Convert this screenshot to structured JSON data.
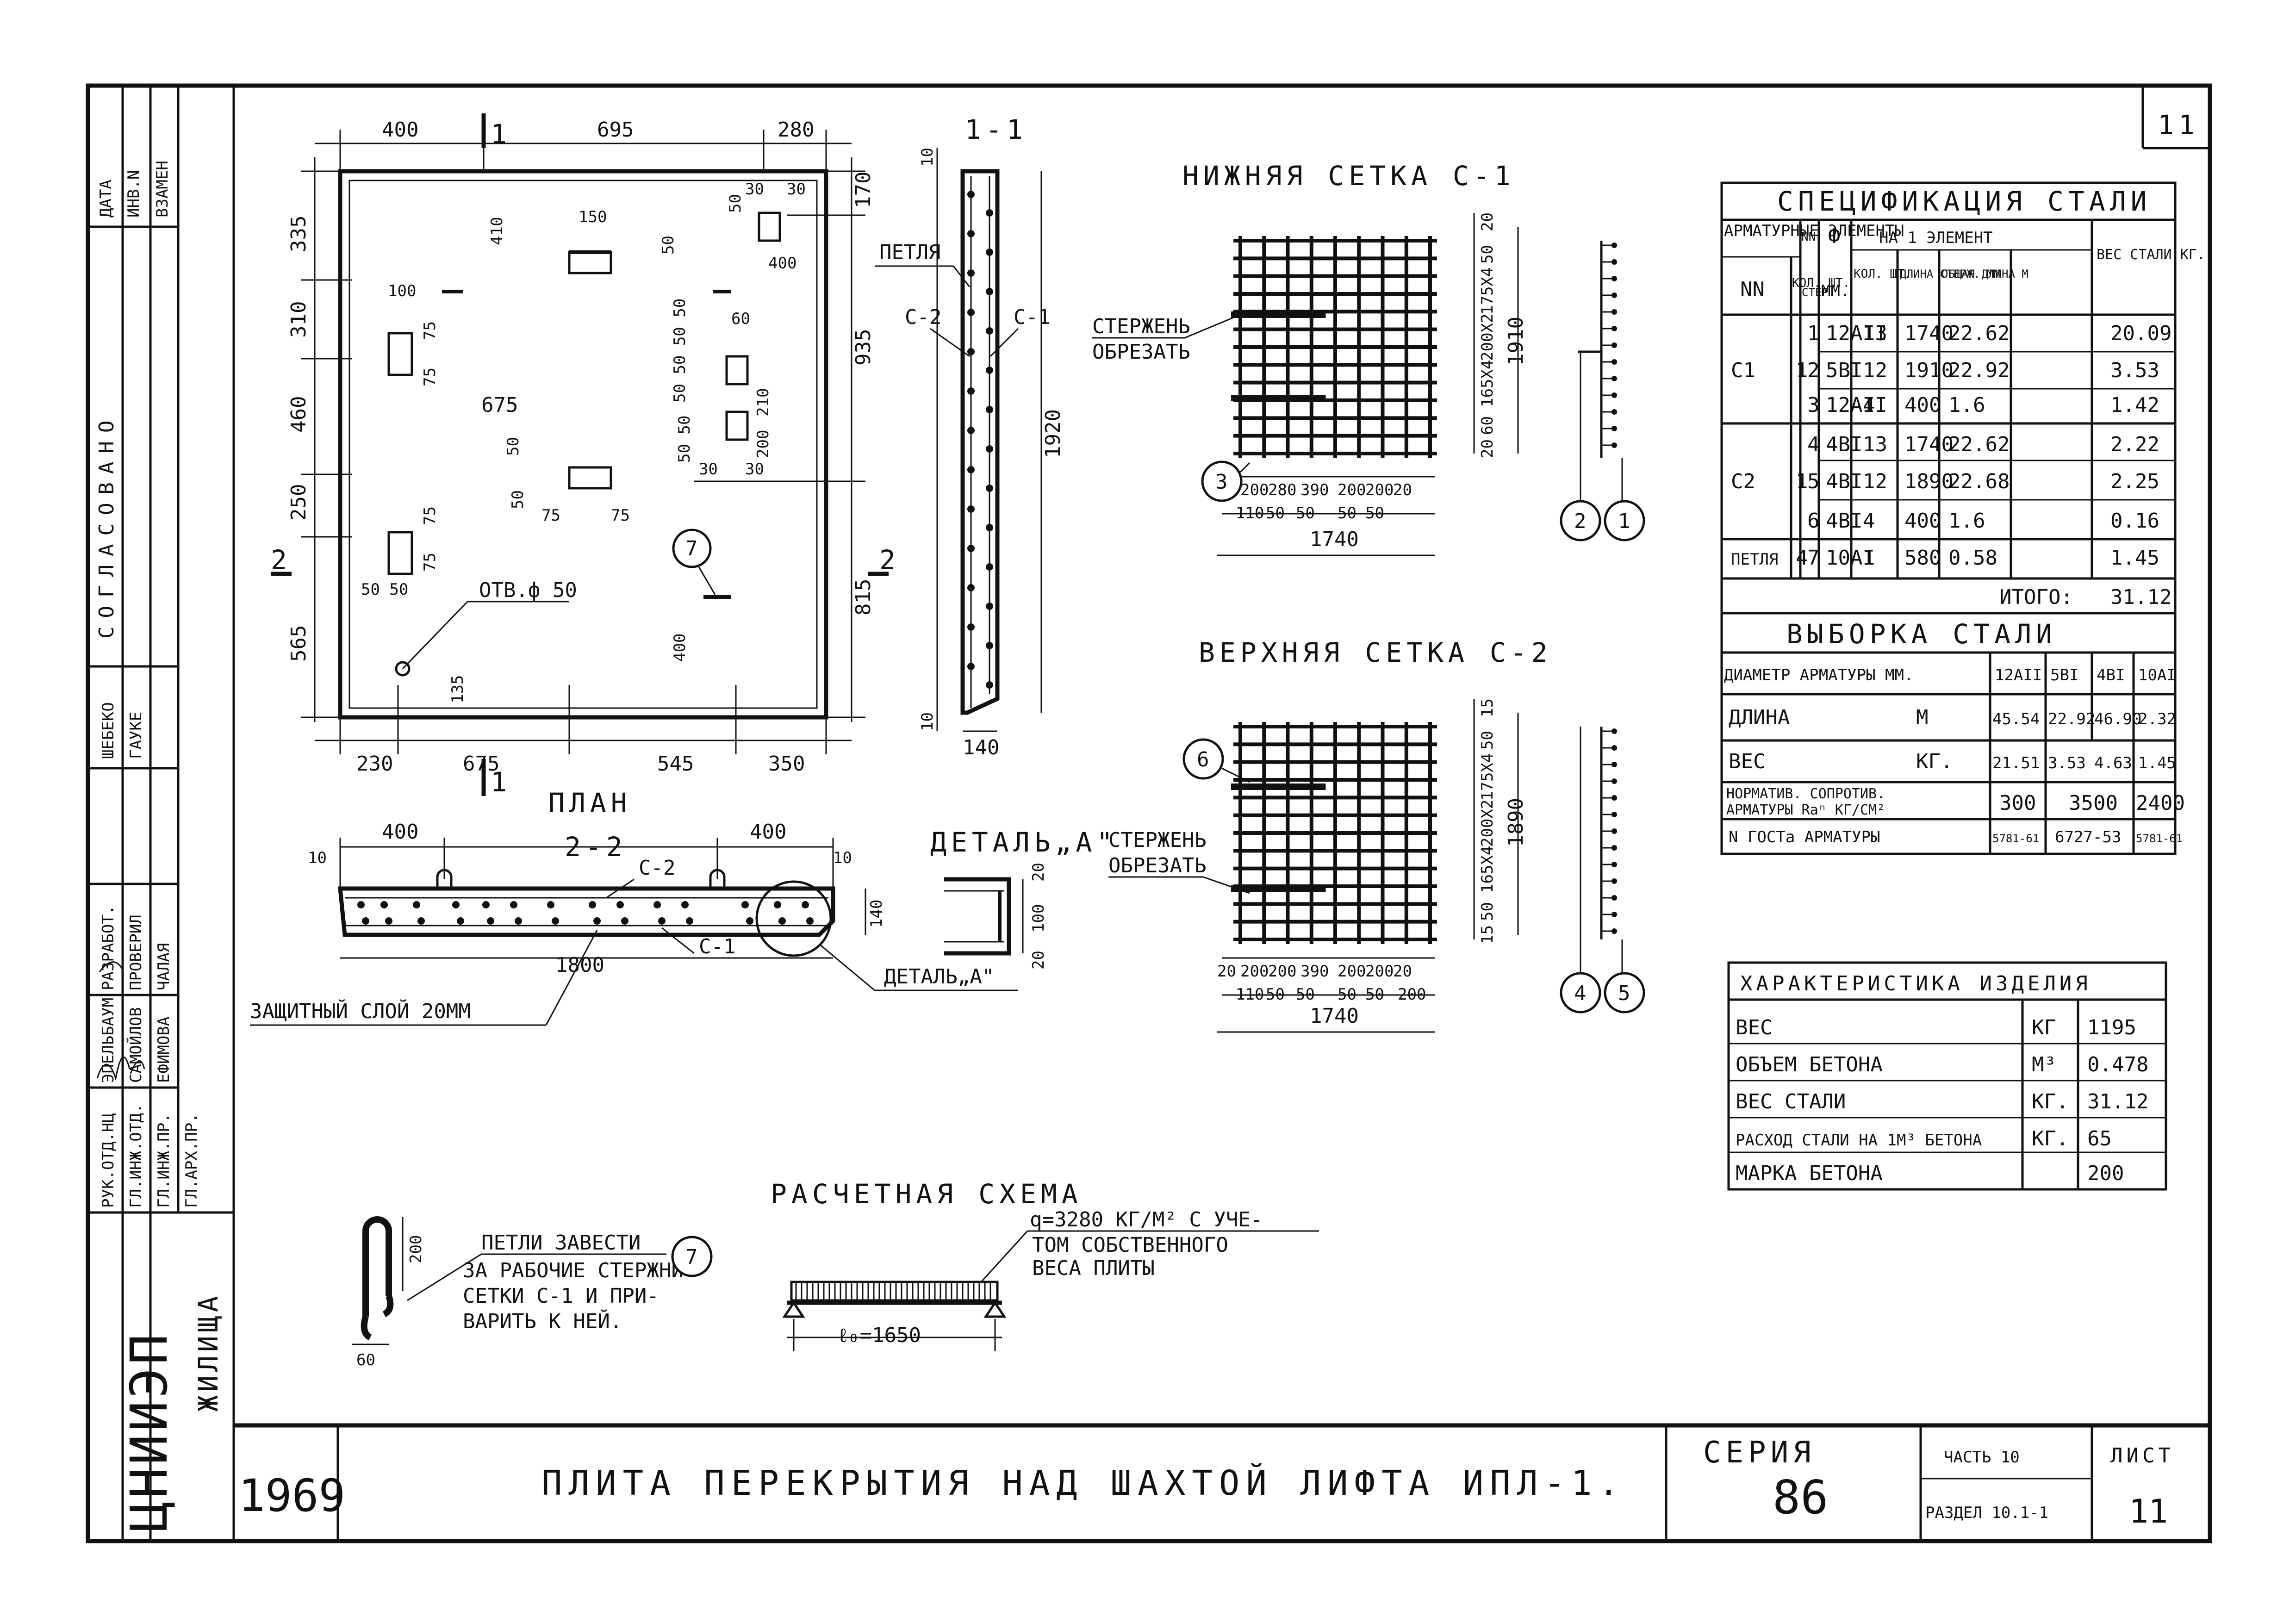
{
  "sheet_number": "11",
  "side_stamp": {
    "top_cells": [
      "ДАТА",
      "ИНВ.N",
      "ВЗАМЕН"
    ],
    "approved": "СОГЛАСОВАНО",
    "roles": [
      "РУК.ОТД.НЦ",
      "ГЛ.ИНЖ.ОТД.",
      "ГЛ.ИНЖ.ПР.",
      "ГЛ.АРХ.ПР.",
      "РАЗРАБОТ.",
      "ПРОВЕРИЛ"
    ],
    "people": [
      "ЭПЕЛЬБАУМ",
      "САМОЙЛОВ",
      "ЕФИМОВА",
      "ЧАЛАЯ",
      "ШЕБЕКО",
      "ГАУКЕ"
    ],
    "org": "ЦНИИЭП",
    "org2": "ЖИЛИЩА"
  },
  "plan": {
    "caption": "ПЛАН",
    "section_mark": "1",
    "section_mark2": "2",
    "top_dims": [
      "400",
      "695",
      "280"
    ],
    "left_dims": [
      "335",
      "310",
      "460",
      "250",
      "565"
    ],
    "right_dims": [
      "170",
      "935",
      "815"
    ],
    "bottom_dims": [
      "230",
      "675",
      "545",
      "350"
    ],
    "inner": {
      "d150": "150",
      "d410": "410",
      "d50a": "50",
      "d50b": "50",
      "d30a": "30",
      "d30b": "30",
      "d400a": "400",
      "d100": "100",
      "d75a": "75",
      "d75b": "75",
      "d675": "675",
      "d60": "60",
      "d5050": "50 50 50 50",
      "d210": "210",
      "d200": "200",
      "d30c": "30",
      "d30d": "30",
      "d50c": "50",
      "d50d": "50",
      "d75c": "75",
      "d75d": "75",
      "d75e": "75",
      "d75f": "75",
      "d5050b": "50 50",
      "hole": "ОТВ.ф 50",
      "d135": "135",
      "d400b": "400",
      "mark7": "7"
    }
  },
  "section11": {
    "title": "1-1",
    "loop": "ПЕТЛЯ",
    "c2": "С-2",
    "c1": "С-1",
    "h": "1920",
    "top": "10",
    "bottom": "10",
    "width": "140"
  },
  "section22": {
    "title": "2-2",
    "d400a": "400",
    "d400b": "400",
    "d10a": "10",
    "d10b": "10",
    "d1800": "1800",
    "d140": "140",
    "c2": "С-2",
    "c1": "С-1",
    "protective": "ЗАЩИТНЫЙ СЛОЙ 20ММ",
    "detail_ref": "ДЕТАЛЬ„А\""
  },
  "detailA": {
    "title": "ДЕТАЛЬ„А\"",
    "d20a": "20",
    "d100": "100",
    "d20b": "20"
  },
  "mesh1": {
    "title": "НИЖНЯЯ СЕТКА С-1",
    "cut": [
      "СТЕРЖЕНЬ",
      "ОБРЕЗАТЬ"
    ],
    "bottom_dims": [
      "20",
      "200",
      "280",
      "390",
      "200",
      "200",
      "20"
    ],
    "bottom_dims2": [
      "110",
      "50",
      "50",
      "50",
      "50"
    ],
    "total": "1740",
    "right_dims": [
      "20",
      "50",
      "175X4",
      "200X2",
      "165X4",
      "60",
      "20"
    ],
    "height": "1910",
    "marks": [
      "3",
      "2",
      "1"
    ]
  },
  "mesh2": {
    "title": "ВЕРХНЯЯ СЕТКА С-2",
    "cut": [
      "СТЕРЖЕНЬ",
      "ОБРЕЗАТЬ"
    ],
    "bottom_dims": [
      "20",
      "200",
      "200",
      "390",
      "200",
      "200",
      "20"
    ],
    "bottom_dims2": [
      "110",
      "50",
      "50",
      "50",
      "50",
      "200"
    ],
    "total": "1740",
    "right_dims": [
      "15",
      "50",
      "175X4",
      "200X2",
      "165X4",
      "50",
      "15"
    ],
    "height": "1890",
    "marks": [
      "6",
      "4",
      "5"
    ]
  },
  "spec": {
    "title": "СПЕЦИФИКАЦИЯ СТАЛИ",
    "h_elements": "АРМАТУРНЫЕ ЭЛЕМЕНТЫ",
    "h_nn": "NN",
    "h_qty": "КОЛ. ШТ.",
    "h_pos": "NN",
    "h_pos2": "СТЕР.",
    "h_dia": "Ф",
    "h_dia2": "ММ.",
    "h_per": "НА 1 ЭЛЕМЕНТ",
    "h_count": "КОЛ. ШТ.",
    "h_len": "ДЛИНА СТЕРЖ. ММ",
    "h_tot": "ОБЩАЯ ДЛИНА М",
    "h_weight": "ВЕС СТАЛИ КГ.",
    "rows": [
      [
        "",
        "",
        "1",
        "12АII",
        "13",
        "1740",
        "22.62",
        "20.09"
      ],
      [
        "С1",
        "1",
        "2",
        "5ВI",
        "12",
        "1910",
        "22.92",
        "3.53"
      ],
      [
        "",
        "",
        "3",
        "12АII",
        "4",
        "400",
        "1.6",
        "1.42"
      ],
      [
        "",
        "",
        "4",
        "4ВI",
        "13",
        "1740",
        "22.62",
        "2.22"
      ],
      [
        "С2",
        "1",
        "5",
        "4ВI",
        "12",
        "1890",
        "22.68",
        "2.25"
      ],
      [
        "",
        "",
        "6",
        "4ВI",
        "4",
        "400",
        "1.6",
        "0.16"
      ],
      [
        "ПЕТЛЯ",
        "4",
        "7",
        "10АI",
        "1",
        "580",
        "0.58",
        "1.45"
      ]
    ],
    "total_label": "ИТОГО:",
    "total_value": "31.12"
  },
  "selection": {
    "title": "ВЫБОРКА СТАЛИ",
    "header": [
      "ДИАМЕТР АРМАТУРЫ ММ.",
      "12АII",
      "5ВI",
      "4ВI",
      "10АI"
    ],
    "len_label": "ДЛИНА",
    "len_unit": "М",
    "len_vals": [
      "45.54",
      "22.92",
      "46.90",
      "2.32"
    ],
    "w_label": "ВЕС",
    "w_unit": "КГ.",
    "w_vals": [
      "21.51",
      "3.53",
      "4.63",
      "1.45"
    ],
    "r_label1": "НОРМАТИВ. СОПРОТИВ.",
    "r_label2": "АРМАТУРЫ Rаⁿ КГ/СМ²",
    "r_vals": [
      "300",
      "3500",
      "2400"
    ],
    "g_label": "N ГОСТа АРМАТУРЫ",
    "g_vals": [
      "5781-61",
      "6727-53",
      "5781-61"
    ]
  },
  "product": {
    "title": "ХАРАКТЕРИСТИКА ИЗДЕЛИЯ",
    "rows": [
      [
        "ВЕС",
        "КГ",
        "1195"
      ],
      [
        "ОБЪЕМ БЕТОНА",
        "М³",
        "0.478"
      ],
      [
        "ВЕС СТАЛИ",
        "КГ.",
        "31.12"
      ],
      [
        "РАСХОД СТАЛИ НА 1М³ БЕТОНА",
        "КГ.",
        "65"
      ],
      [
        "МАРКА БЕТОНА",
        "",
        "200"
      ]
    ]
  },
  "loop_note": {
    "dim200": "200",
    "dim60": "60",
    "text": [
      "ПЕТЛИ ЗАВЕСТИ",
      "ЗА РАБОЧИЕ СТЕРЖНИ",
      "СЕТКИ С-1 И ПРИ-",
      "ВАРИТЬ К НЕЙ."
    ],
    "mark": "7"
  },
  "calc": {
    "title": "РАСЧЕТНАЯ СХЕМА",
    "load": [
      "q=3280 КГ/М² С УЧЕ-",
      "ТОМ СОБСТВЕННОГО",
      "ВЕСА ПЛИТЫ"
    ],
    "span": "ℓ₀=1650"
  },
  "titleblock": {
    "year": "1969",
    "name": "ПЛИТА ПЕРЕКРЫТИЯ НАД ШАХТОЙ ЛИФТА ИПЛ-1.",
    "series_label": "СЕРИЯ",
    "series": "86",
    "part": "ЧАСТЬ 10",
    "section": "РАЗДЕЛ 10.1-1",
    "sheet_label": "ЛИСТ",
    "sheet": "11"
  }
}
